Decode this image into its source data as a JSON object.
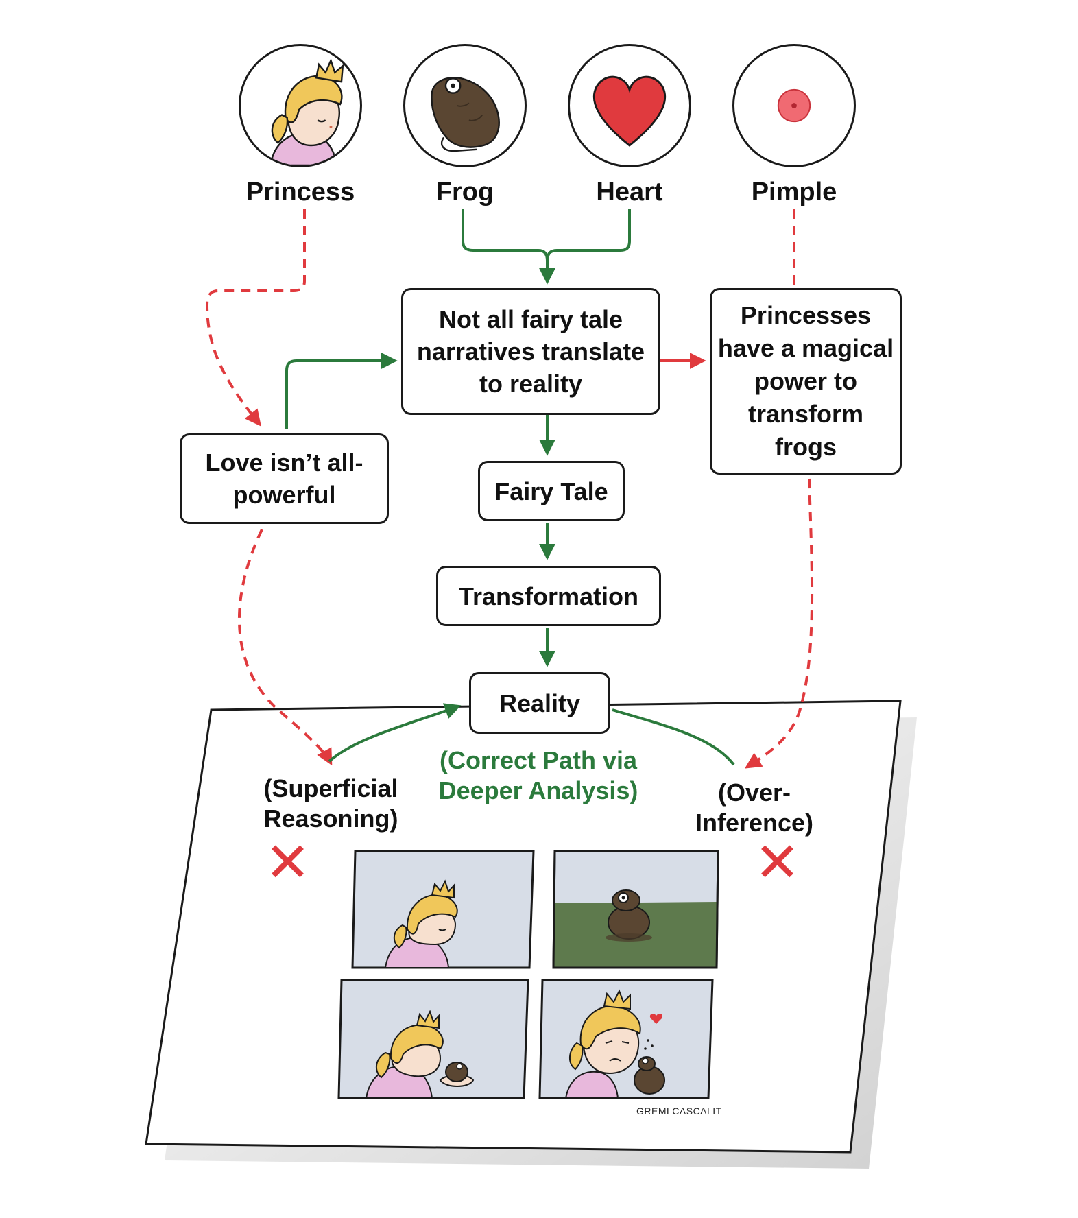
{
  "nodes": {
    "princess": {
      "label": "Princess"
    },
    "frog": {
      "label": "Frog"
    },
    "heart": {
      "label": "Heart"
    },
    "pimple": {
      "label": "Pimple"
    },
    "not_all": {
      "label": "Not all fairy tale narratives translate to reality"
    },
    "princesses_power": {
      "label": "Princesses have a magical power to transform frogs"
    },
    "love": {
      "label": "Love isn’t all-powerful"
    },
    "fairy_tale": {
      "label": "Fairy Tale"
    },
    "transformation": {
      "label": "Transformation"
    },
    "reality": {
      "label": "Reality"
    }
  },
  "annotations": {
    "superficial": "(Superficial Reasoning)",
    "correct_path": "(Correct Path via Deeper Analysis)",
    "over_inference": "(Over-Inference)"
  },
  "marks": {
    "wrong_glyph": "✕"
  },
  "comic": {
    "credit": "GREMLCASCALIT",
    "panels": [
      "princess-looking-down",
      "frog-on-grass",
      "princess-holding-frog",
      "princess-frowning-at-frog"
    ]
  },
  "colors": {
    "correct": "#2b7a3c",
    "incorrect": "#e03a3e",
    "outline": "#1a1a1a",
    "panel_sky": "#d7dde7",
    "grass": "#5e7a4d",
    "frog": "#5a4632",
    "hair": "#f0c75a",
    "shirt": "#e8b8dc",
    "skin": "#f7e0cf"
  }
}
